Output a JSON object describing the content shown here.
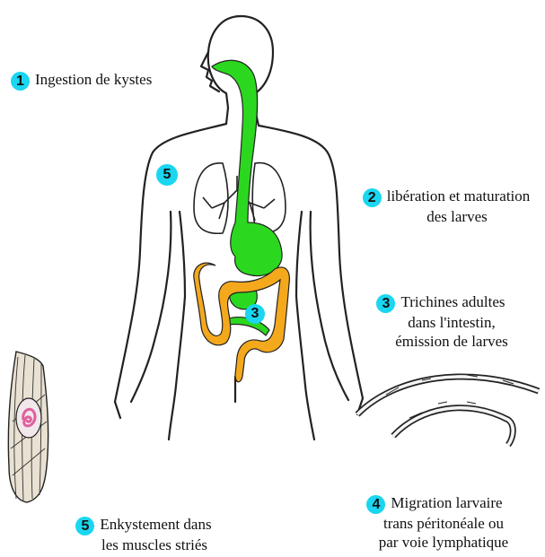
{
  "steps": [
    {
      "number": "1",
      "text": "Ingestion de kystes"
    },
    {
      "number": "2",
      "line1": "libération et maturation",
      "line2": "des larves"
    },
    {
      "number": "3",
      "line1": "Trichines adultes",
      "line2": "dans l'intestin,",
      "line3": "émission de larves"
    },
    {
      "number": "4",
      "line1": "Migration larvaire",
      "line2": "trans péritonéale ou",
      "line3": "par voie lymphatique"
    },
    {
      "number": "5",
      "line1": "Enkystement dans",
      "line2": "les muscles striés"
    }
  ],
  "markers": {
    "muscle": "5",
    "intestine": "3"
  },
  "colors": {
    "badge": "#1ad6f0",
    "digestive_tract": "#2bd81f",
    "colon": "#f4a81c",
    "larva_cyst": "#e0609c",
    "outline": "#222222"
  },
  "icons": {
    "body": "human-body-outline",
    "lungs": "lungs-icon",
    "muscle_fiber": "muscle-fiber-cyst",
    "worms": "adult-trichina-worms"
  }
}
